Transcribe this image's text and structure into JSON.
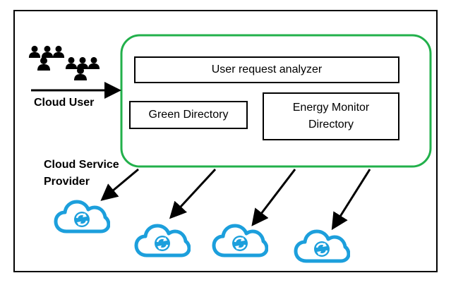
{
  "colors": {
    "frame": "#000000",
    "container_border": "#22b04b",
    "cloud": "#1c9fdc",
    "arrow": "#000000"
  },
  "cloud_user": {
    "label": "Cloud User",
    "icon": "users-icon"
  },
  "cloud_service_provider": {
    "label_line1": "Cloud Service",
    "label_line2": "Provider"
  },
  "broker": {
    "user_request_analyzer": "User request analyzer",
    "green_directory": "Green Directory",
    "energy_monitor_line1": "Energy Monitor",
    "energy_monitor_line2": "Directory"
  },
  "clouds": [
    {
      "icon": "cloud-sync-icon"
    },
    {
      "icon": "cloud-sync-icon"
    },
    {
      "icon": "cloud-sync-icon"
    },
    {
      "icon": "cloud-sync-icon"
    }
  ]
}
